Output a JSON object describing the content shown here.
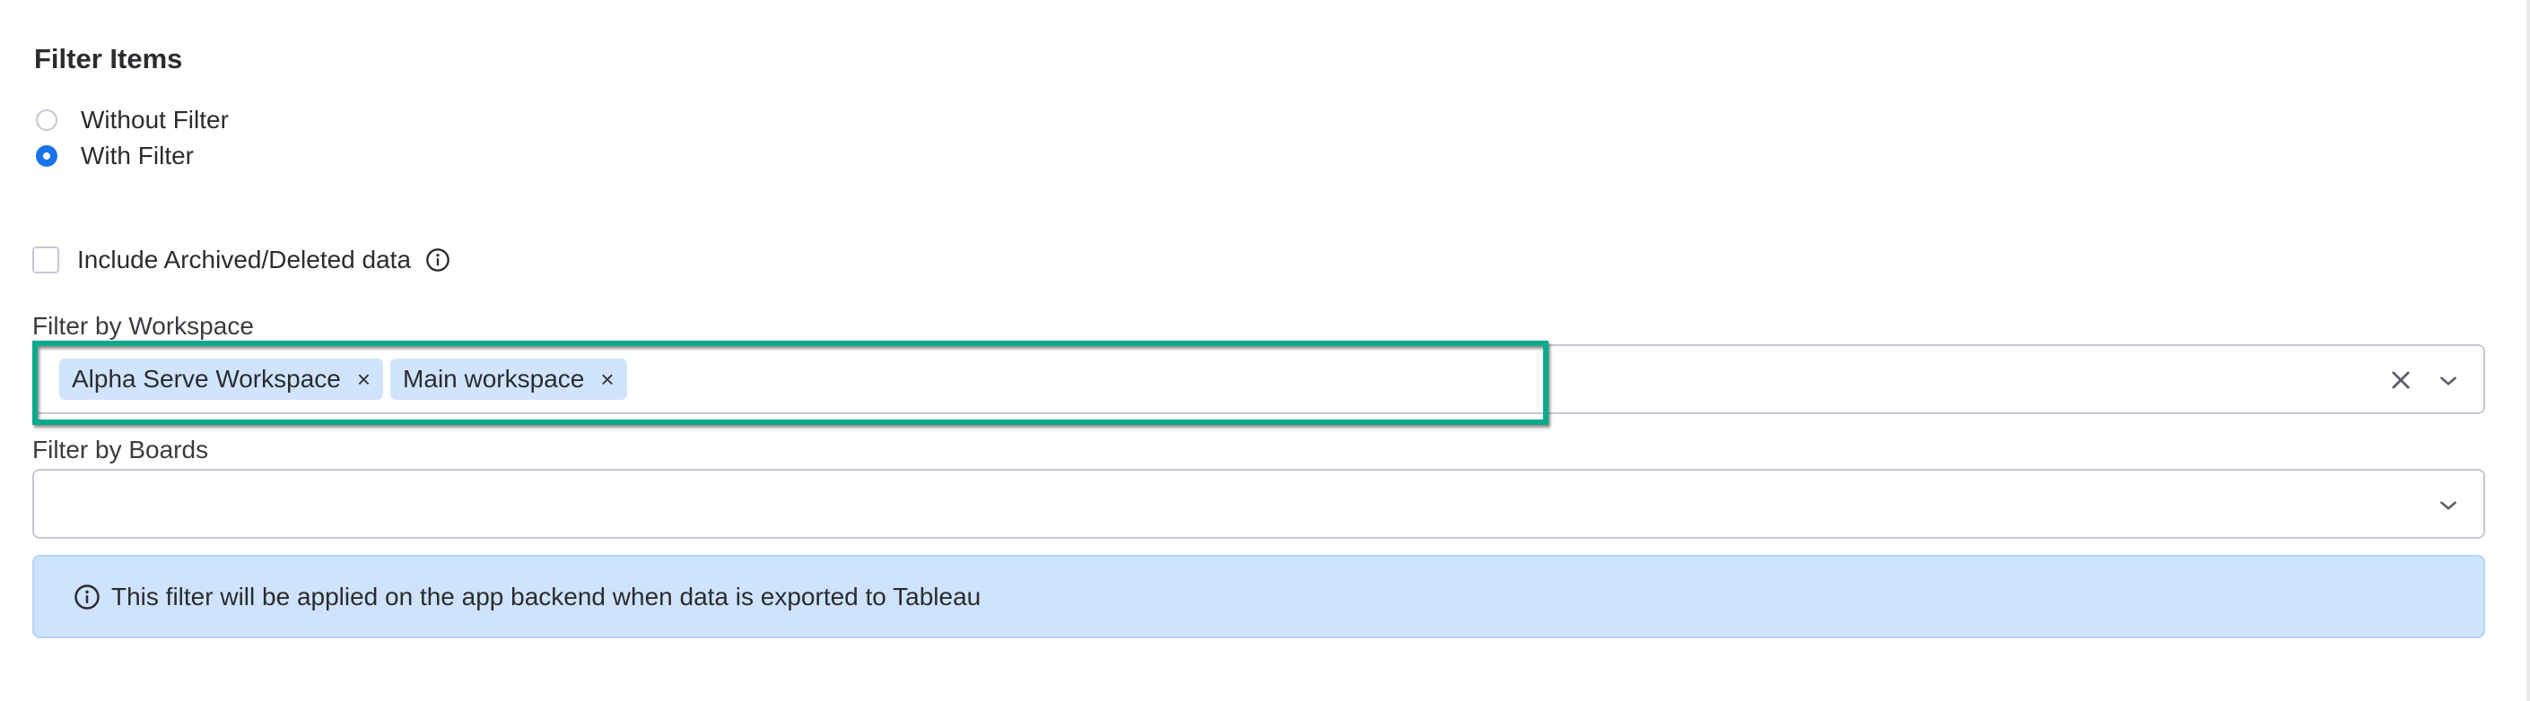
{
  "section": {
    "title": "Filter Items"
  },
  "filter_mode": {
    "options": [
      {
        "label": "Without Filter",
        "checked": false
      },
      {
        "label": "With Filter",
        "checked": true
      }
    ]
  },
  "include_archived": {
    "label": "Include Archived/Deleted data",
    "checked": false,
    "info_icon": "info-icon"
  },
  "workspace_filter": {
    "label": "Filter by Workspace",
    "selected": [
      {
        "label": "Alpha Serve Workspace",
        "remove": "×"
      },
      {
        "label": "Main workspace",
        "remove": "×"
      }
    ],
    "clear_icon": "close-icon",
    "dropdown_icon": "chevron-down-icon",
    "highlight_color": "#0aaa8a"
  },
  "boards_filter": {
    "label": "Filter by Boards",
    "selected": [],
    "dropdown_icon": "chevron-down-icon"
  },
  "info_banner": {
    "icon": "info-icon",
    "text": "This filter will be applied on the app backend when data is exported to Tableau",
    "background": "#cfe3fd"
  },
  "colors": {
    "accent": "#1a73e8",
    "chip_bg": "#d0e4fd",
    "border": "#c5c8d3"
  }
}
